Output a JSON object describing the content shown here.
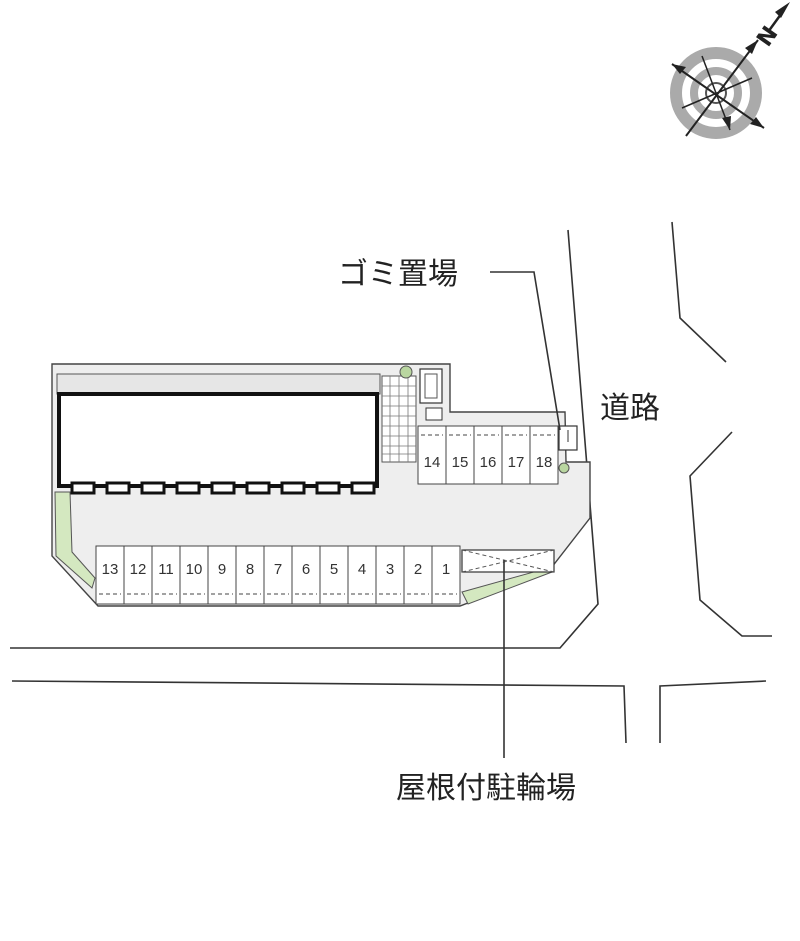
{
  "labels": {
    "garbage": "ゴミ置場",
    "road": "道路",
    "bicycle": "屋根付駐輪場"
  },
  "compass": {
    "north_letter": "N"
  },
  "parking": {
    "top_row": [
      "14",
      "15",
      "16",
      "17",
      "18"
    ],
    "bottom_row": [
      "13",
      "12",
      "11",
      "10",
      "9",
      "8",
      "7",
      "6",
      "5",
      "4",
      "3",
      "2",
      "1"
    ]
  },
  "colors": {
    "lot_fill": "#eeeeee",
    "green_strip": "#d4e8c0",
    "line": "#333333",
    "compass_gray": "#aaaaaa"
  }
}
